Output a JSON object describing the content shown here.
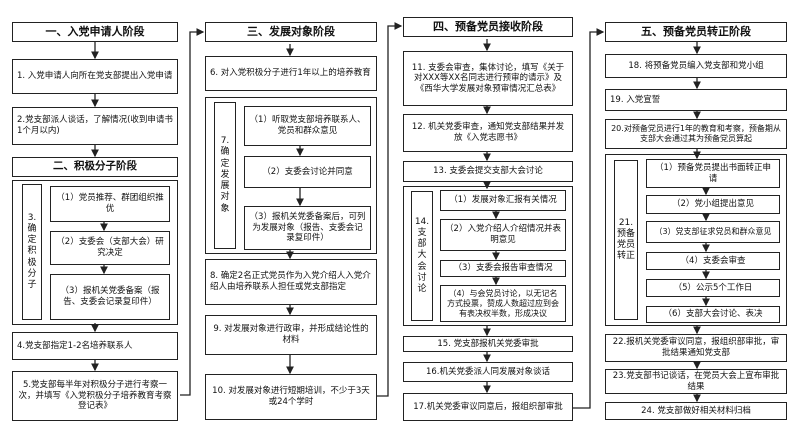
{
  "col1": {
    "header": "一、入党申请人阶段",
    "s1": "1. 入党申请人向所在党支部提出入党申请",
    "s2": "2.党支部派人谈话，了解情况(收到申请书1个月以内)",
    "sub_header": "二、积极分子阶段",
    "side_label": "3.确定积极分子",
    "s3a": "（1）党员推荐、群团组织推优",
    "s3b": "（2）支委会（支部大会）研究决定",
    "s3c": "（3）报机关党委备案（报告、支委会记录复印件）",
    "s4": "4.党支部指定1-2名培养联系人",
    "s5": "5.党支部每半年对积极分子进行考察一次，并填写《入党积极分子培养教育考察登记表》"
  },
  "col2": {
    "header": "三、发展对象阶段",
    "s6": "6. 对入党积极分子进行1年以上的培养教育",
    "side_label": "7.确定发展对象",
    "s7a": "（1）听取党支部培养联系人、党员和群众意见",
    "s7b": "（2）支委会讨论并同意",
    "s7c": "（3）报机关党委备案后，可列为发展对象（报告、支委会记录复印件）",
    "s8": "8. 确定2名正式党员作为入党介绍人入党介绍人由培养联系人担任或党支部指定",
    "s9": "9. 对发展对象进行政审，并形成结论性的材料",
    "s10": "10. 对发展对象进行短期培训，不少于3天或24个学时"
  },
  "col3": {
    "header": "四、预备党员接收阶段",
    "s11": "11. 支委会审查，集体讨论，填写《关于对XXX等XX名同志进行预审的请示》及《西华大学发展对象预审情况汇总表》",
    "s12": "12. 机关党委审查，通知党支部结果并发放《入党志愿书》",
    "s13": "13. 支委会提交支部大会讨论",
    "side_label": "14.支部大会讨论",
    "s14a": "（1）发展对象汇报有关情况",
    "s14b": "（2）入党介绍人介绍情况并表明意见",
    "s14c": "（3）支委会报告审查情况",
    "s14d": "（4）与会党员讨论，以无记名方式投票，赞成人数超过应到会有表决权半数，形成决议",
    "s15": "15. 党支部报机关党委审批",
    "s16": "16.机关党委派人同发展对象谈话",
    "s17": "17.机关党委审议同意后，报组织部审批"
  },
  "col4": {
    "header": "五、预备党员转正阶段",
    "s18": "18. 将预备党员编入党支部和党小组",
    "s19": "19. 入党宣誓",
    "s20": "20.对预备党员进行1年的教育和考察，预备期从支部大会通过其为预备党员算起",
    "side_label": "21.预备党员转正",
    "s21a": "（1）预备党员提出书面转正申请",
    "s21b": "（2）党小组提出意见",
    "s21c": "（3）党支部征求党员和群众意见",
    "s21d": "（4）支委会审查",
    "s21e": "（5）公示5个工作日",
    "s21f": "（6）支部大会讨论、表决",
    "s22": "22.报机关党委审议同意，报组织部审批，审批结果通知党支部",
    "s23": "23.党支部书记谈话，在党员大会上宣布审批结果",
    "s24": "24. 党支部做好相关材料归档"
  }
}
